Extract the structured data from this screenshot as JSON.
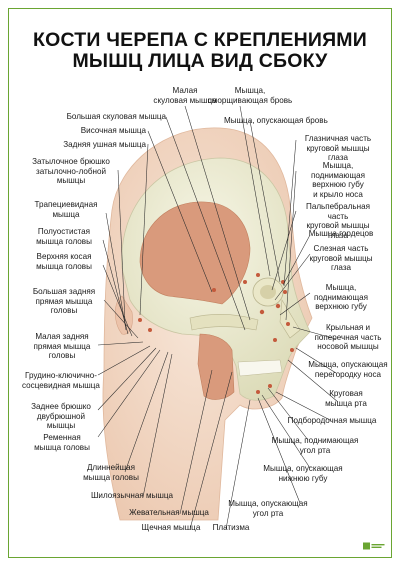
{
  "title": {
    "line1": "КОСТИ ЧЕРЕПА С КРЕПЛЕНИЯМИ",
    "line2": "МЫШЦ ЛИЦА ВИД СБОКУ"
  },
  "labels": {
    "malaya_skulovaya": "Малая\nскуловая мышца",
    "morshchashchaya": "Мышца,\nсморщивающая бровь",
    "bolshaya_skulovaya": "Большая скуловая мышца",
    "opuskayushchaya_brov": "Мышца, опускающая бровь",
    "visochnaya": "Височная мышца",
    "zadnyaya_ushnaya": "Задняя ушная мышца",
    "glaznichnaya": "Глазничная часть\nкруговой мышцы глаза",
    "zatylochnoe": "Затылочное брюшко\nзатылочно-лобной\nмышцы",
    "podnimayushchaya_gubu_nos": "Мышца, поднимающая\nверхнюю губу\nи крыло носа",
    "trapetsievidnaya": "Трапециевидная\nмышца",
    "palpebralnaya": "Пальпебральная часть\nкруговой мышцы глаза",
    "polostistaya": "Полуостистая\nмышца головы",
    "gordetsov": "Мышца гордецов",
    "verkhnyaya_kosaya": "Верхняя косая\nмышца головы",
    "slyoznaya": "Слезная часть\nкруговой мышцы\nглаза",
    "bolshaya_zadnyaya": "Большая задняя\nпрямая мышца\nголовы",
    "podnimayushchaya_verkhnyuyu": "Мышца,\nподнимающая\nверхнюю губу",
    "malaya_zadnyaya": "Малая задняя\nпрямая мышца\nголовы",
    "krylnaya": "Крыльная и\nпоперечная часть\nносовой мышцы",
    "grudino": "Грудино-ключично-\nсосцевидная мышца",
    "opuskayushchaya_peregorodku": "Мышца, опускающая\nперегородку носа",
    "krugovaya_rta": "Круговая\nмышца рта",
    "zadnee_bryushko": "Заднее брюшко\nдвубрюшной мышцы",
    "podborodochnaya": "Подбородочная мышца",
    "remennaya": "Ременная\nмышца головы",
    "podnimayushchaya_ugol": "Мышца, поднимающая\nугол рта",
    "dlinneyshaya": "Длиннейшая\nмышца головы",
    "opuskayushchaya_nizhnyuyu": "Мышца, опускающая\nнижнюю губу",
    "shilopodyazychnaya": "Шилоязычная мышца",
    "zhevatelnaya": "Жевательная мышца",
    "opuskayushchaya_ugol": "Мышца, опускающая\nугол рта",
    "shchechnaya": "Щечная мышца",
    "platizma": "Платизма"
  },
  "colors": {
    "frame": "#6aa532",
    "skin": "#f2d7c4",
    "skull": "#ecebd0",
    "muscle": "#d99a7c",
    "leader": "#2a2a2a"
  }
}
